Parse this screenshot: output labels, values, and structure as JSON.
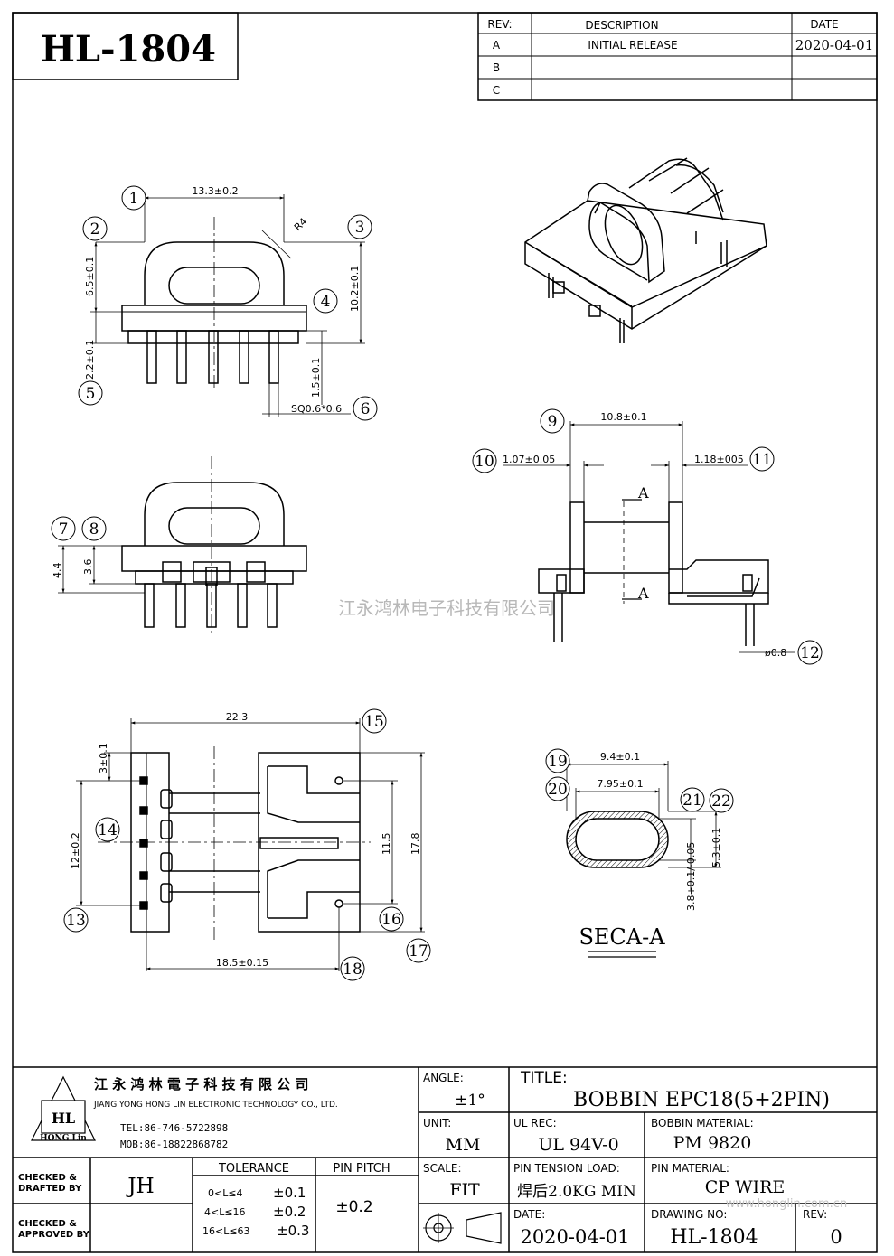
{
  "drawing_no_header": "HL-1804",
  "revision_table": {
    "headers": {
      "rev": "REV:",
      "description": "DESCRIPTION",
      "date": "DATE"
    },
    "rows": [
      {
        "rev": "A",
        "description": "INITIAL RELEASE",
        "date": "2020-04-01"
      },
      {
        "rev": "B",
        "description": "",
        "date": ""
      },
      {
        "rev": "C",
        "description": "",
        "date": ""
      }
    ]
  },
  "watermark": "江永鸿林电子科技有限公司",
  "callouts": [
    "1",
    "2",
    "3",
    "4",
    "5",
    "6",
    "7",
    "8",
    "9",
    "10",
    "11",
    "12",
    "13",
    "14",
    "15",
    "16",
    "17",
    "18",
    "19",
    "20",
    "21",
    "22"
  ],
  "dimensions": {
    "d1": "13.3±0.2",
    "d2": "6.5±0.1",
    "d3": "2.2±0.1",
    "d4": "R4",
    "d4b": "10.2±0.1",
    "d5": "1.5±0.1",
    "d6": "SQ0.6*0.6",
    "d7": "4.4",
    "d8": "3.6",
    "d9": "10.8±0.1",
    "d10": "1.07±0.05",
    "d11": "1.18±005",
    "d12": "ø0.8",
    "section_mark": "A",
    "d13": "12±0.2",
    "d14": "3±0.1",
    "d15": "22.3",
    "d16": "11.5",
    "d17": "17.8",
    "d18": "18.5±0.15",
    "d19": "9.4±0.1",
    "d20": "7.95±0.1",
    "d21": "5.3±0.1",
    "d22": "3.8+0.1/-0.05"
  },
  "section_label": "SECA-A",
  "title_block": {
    "company_cn": "江 永 鸿 林 電 子 科 技 有 限 公 司",
    "company_en": "JIANG YONG HONG LIN ELECTRONIC TECHNOLOGY CO., LTD.",
    "logo_text": "HL",
    "logo_sub": "HONG Lin",
    "tel": "TEL:86-746-5722898",
    "mob": "MOB:86-18822868782",
    "angle_label": "ANGLE:",
    "angle_value": "±1°",
    "title_label": "TITLE:",
    "title_value": "BOBBIN EPC18(5+2PIN)",
    "unit_label": "UNIT:",
    "unit_value": "MM",
    "ul_label": "UL REC:",
    "ul_value": "UL 94V-0",
    "bobbin_material_label": "BOBBIN MATERIAL:",
    "bobbin_material_value": "PM 9820",
    "scale_label": "SCALE:",
    "scale_value": "FIT",
    "pin_tension_label": "PIN TENSION LOAD:",
    "pin_tension_value": "焊后2.0KG MIN",
    "pin_material_label": "PIN MATERIAL:",
    "pin_material_value": "CP WIRE",
    "checked_drafted_label": "CHECKED & DRAFTED BY",
    "checked_drafted_value": "JH",
    "tolerance_label": "TOLERANCE",
    "tolerance_rows": [
      {
        "range": "0<L≤4",
        "tol": "±0.1"
      },
      {
        "range": "4<L≤16",
        "tol": "±0.2"
      },
      {
        "range": "16<L≤63",
        "tol": "±0.3"
      }
    ],
    "pin_pitch_label": "PIN PITCH",
    "pin_pitch_value": "±0.2",
    "checked_approved_label": "CHECKED & APPROVED BY",
    "date_label": "DATE:",
    "date_value": "2020-04-01",
    "drawing_no_label": "DRAWING NO:",
    "drawing_no_value": "HL-1804",
    "rev_label": "REV:",
    "rev_value": "0",
    "website": "www.honglin.com.cn"
  }
}
